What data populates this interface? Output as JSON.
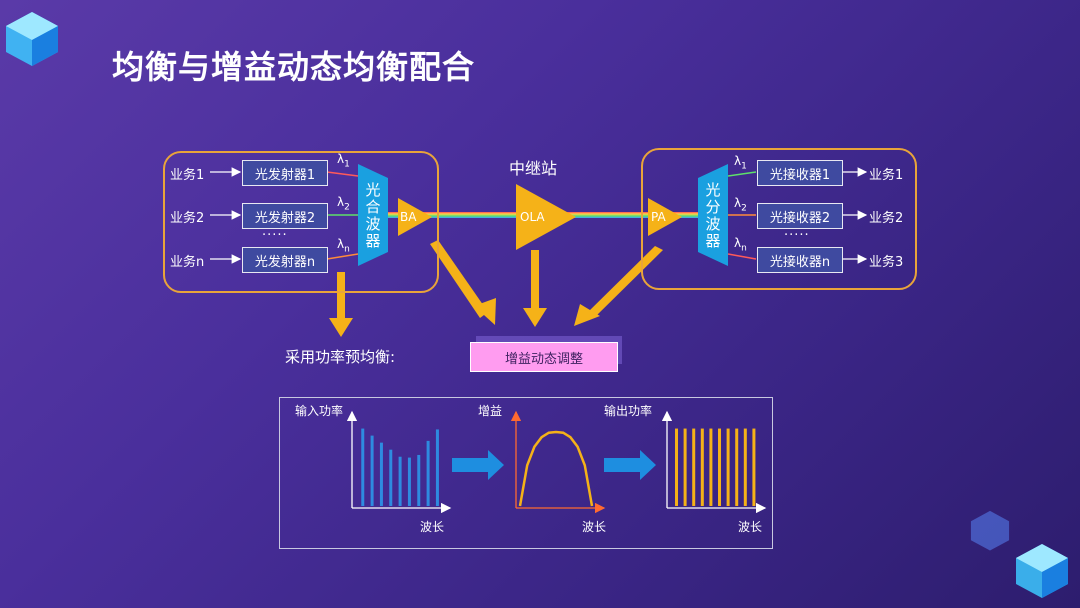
{
  "title": "均衡与增益动态均衡配合",
  "relay_label": "中继站",
  "tx": {
    "services": [
      "业务1",
      "业务2",
      "业务n"
    ],
    "transmitters": [
      "光发射器1",
      "光发射器2",
      "光发射器n"
    ],
    "dots": "·····",
    "mux": [
      "光",
      "合",
      "波",
      "器"
    ],
    "lambdas": [
      {
        "base": "λ",
        "sub": "1"
      },
      {
        "base": "λ",
        "sub": "2"
      },
      {
        "base": "λ",
        "sub": "n"
      }
    ]
  },
  "amps": {
    "ba": "BA",
    "ola": "OLA",
    "pa": "PA"
  },
  "rx": {
    "demux": [
      "光",
      "分",
      "波",
      "器"
    ],
    "receivers": [
      "光接收器1",
      "光接收器2",
      "光接收器n"
    ],
    "services": [
      "业务1",
      "业务2",
      "业务3"
    ],
    "dots": "·····",
    "lambdas": [
      {
        "base": "λ",
        "sub": "1"
      },
      {
        "base": "λ",
        "sub": "2"
      },
      {
        "base": "λ",
        "sub": "n"
      }
    ]
  },
  "pre_eq_label": "采用功率预均衡:",
  "gain_adjust_label": "增益动态调整",
  "charts": {
    "input": {
      "ylabel": "输入功率",
      "xlabel": "波长"
    },
    "gain": {
      "ylabel": "增益",
      "xlabel": "波长"
    },
    "output": {
      "ylabel": "输出功率",
      "xlabel": "波长"
    }
  },
  "chart_data": [
    {
      "type": "bar",
      "ylabel": "输入功率",
      "xlabel": "波长",
      "values": [
        0.88,
        0.8,
        0.72,
        0.64,
        0.56,
        0.55,
        0.58,
        0.74,
        0.87
      ]
    },
    {
      "type": "line",
      "ylabel": "增益",
      "xlabel": "波长",
      "x": [
        0,
        0.1,
        0.2,
        0.3,
        0.4,
        0.5,
        0.6,
        0.7,
        0.8,
        0.9,
        1.0
      ],
      "values": [
        0,
        0.55,
        0.8,
        0.93,
        0.99,
        1.0,
        0.99,
        0.93,
        0.8,
        0.55,
        0
      ]
    },
    {
      "type": "bar",
      "ylabel": "输出功率",
      "xlabel": "波长",
      "values": [
        0.88,
        0.88,
        0.88,
        0.88,
        0.88,
        0.88,
        0.88,
        0.88,
        0.88,
        0.88
      ]
    }
  ],
  "colors": {
    "accent_orange": "#f5b218",
    "mux_blue": "#1aa0e0",
    "node_blue": "#3f4aa0",
    "gain_pink": "#ff9cf0",
    "input_bar": "#2e8be0",
    "arrow_blue": "#1e8ee0"
  }
}
